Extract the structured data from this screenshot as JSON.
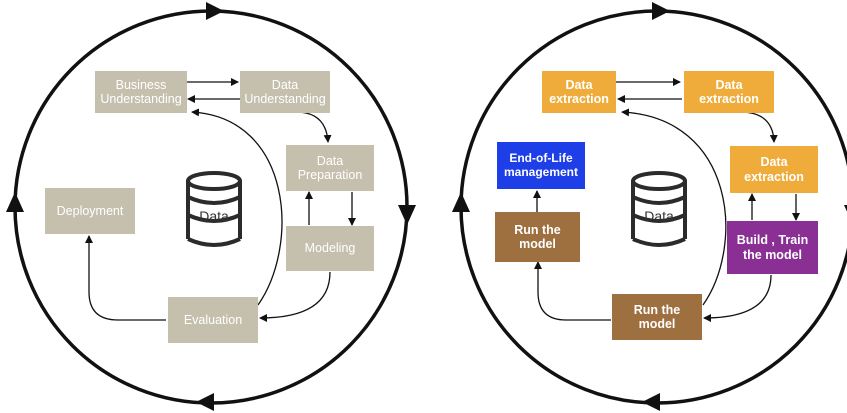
{
  "left_diagram": {
    "business_understanding": "Business Understanding",
    "data_understanding": "Data Understanding",
    "data_preparation": "Data Preparation",
    "modeling": "Modeling",
    "evaluation": "Evaluation",
    "deployment": "Deployment",
    "data_store": "Data"
  },
  "right_diagram": {
    "data_extraction_1": "Data extraction",
    "data_extraction_2": "Data extraction",
    "data_extraction_3": "Data extraction",
    "build_train": "Build , Train the model",
    "run_model_bottom": "Run the model",
    "run_model_left": "Run the model",
    "end_of_life": "End-of-Life management",
    "data_store": "Data"
  },
  "colors": {
    "gray_box": "#c4c0ad",
    "orange_box": "#f0ac3a",
    "brown_box": "#9e6f3f",
    "blue_box": "#1e3ee8",
    "purple_box": "#8a2f94",
    "line": "#111111"
  }
}
